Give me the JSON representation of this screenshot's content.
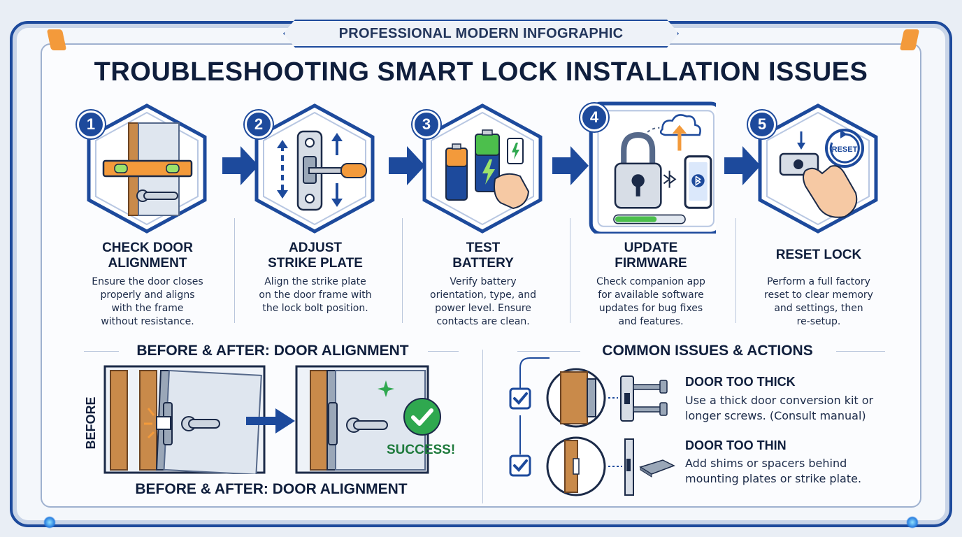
{
  "banner": "PROFESSIONAL MODERN INFOGRAPHIC",
  "title": "TROUBLESHOOTING SMART LOCK INSTALLATION ISSUES",
  "steps": [
    {
      "num": "1",
      "title_l1": "CHECK DOOR",
      "title_l2": "ALIGNMENT",
      "desc_l1": "Ensure the door closes",
      "desc_l2": "properly and aligns",
      "desc_l3": "with the frame",
      "desc_l4": "without resistance."
    },
    {
      "num": "2",
      "title_l1": "ADJUST",
      "title_l2": "STRIKE PLATE",
      "desc_l1": "Align the strike plate",
      "desc_l2": "on the door frame with",
      "desc_l3": "the lock bolt position.",
      "desc_l4": ""
    },
    {
      "num": "3",
      "title_l1": "TEST",
      "title_l2": "BATTERY",
      "desc_l1": "Verify battery",
      "desc_l2": "orientation, type, and",
      "desc_l3": "power level. Ensure",
      "desc_l4": "contacts are clean."
    },
    {
      "num": "4",
      "title_l1": "UPDATE",
      "title_l2": "FIRMWARE",
      "desc_l1": "Check companion app",
      "desc_l2": "for available software",
      "desc_l3": "updates for bug fixes",
      "desc_l4": "and features."
    },
    {
      "num": "5",
      "title_l1": "RESET LOCK",
      "title_l2": "",
      "desc_l1": "Perform a full factory",
      "desc_l2": "reset to clear memory",
      "desc_l3": "and settings, then",
      "desc_l4": "re-setup."
    }
  ],
  "reset_label": "RESET",
  "before_after": {
    "title_top": "BEFORE & AFTER: DOOR ALIGNMENT",
    "title_bottom": "BEFORE & AFTER: DOOR ALIGNMENT",
    "before_label": "BEFORE",
    "success": "SUCCESS!"
  },
  "issues": {
    "title": "COMMON ISSUES & ACTIONS",
    "items": [
      {
        "title": "DOOR TOO THICK",
        "desc_l1": "Use a thick door conversion kit or",
        "desc_l2": "longer screws. (Consult manual)"
      },
      {
        "title": "DOOR TOO THIN",
        "desc_l1": "Add shims or spacers behind",
        "desc_l2": "mounting plates or strike plate."
      }
    ]
  },
  "colors": {
    "navy": "#1d4a9c",
    "orange": "#f39a3b",
    "green": "#2fa84f",
    "wood": "#c98a4a"
  }
}
